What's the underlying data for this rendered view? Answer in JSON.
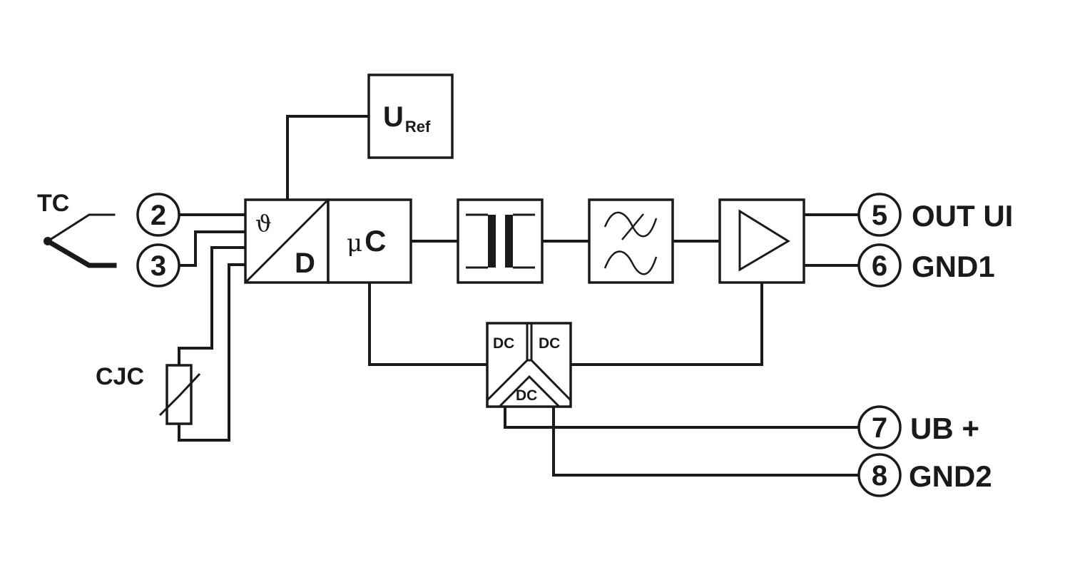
{
  "diagram": {
    "sensor_label": "TC",
    "cjc_label": "CJC",
    "adc": {
      "symbol": "ϑ",
      "letter": "D"
    },
    "micro": {
      "mu": "μ",
      "letter": "C"
    },
    "uref": {
      "main": "U",
      "sub": "Ref"
    },
    "converter": {
      "left": "DC",
      "right": "DC",
      "bottom": "DC"
    },
    "terminals": [
      {
        "number": "2",
        "label": ""
      },
      {
        "number": "3",
        "label": ""
      },
      {
        "number": "5",
        "label": "OUT UI"
      },
      {
        "number": "6",
        "label": "GND1"
      },
      {
        "number": "7",
        "label": "UB +"
      },
      {
        "number": "8",
        "label": "GND2"
      }
    ]
  }
}
